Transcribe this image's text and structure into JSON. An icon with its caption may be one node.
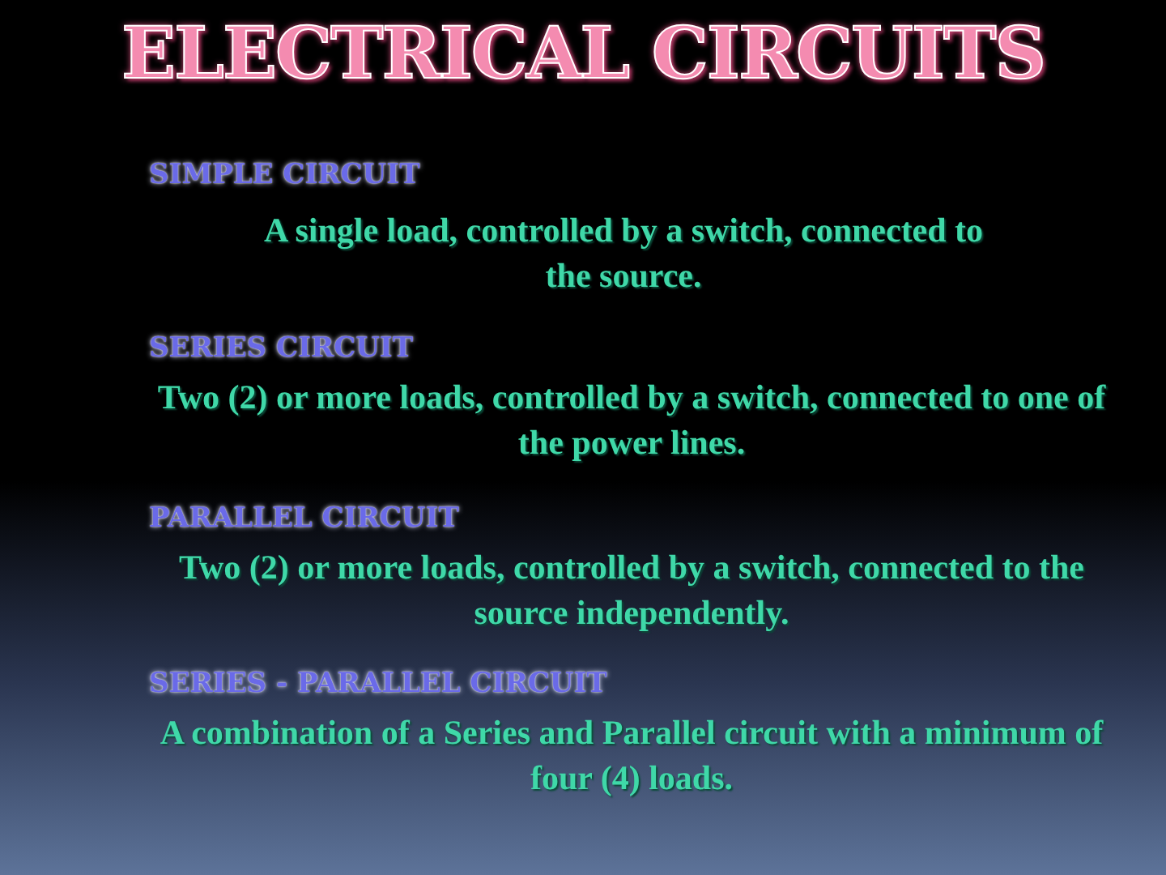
{
  "diagram": {
    "title": "ELECTRICAL CIRCUITS",
    "labels": [
      "SIMPLE CIRCUIT",
      "A single load, controlled by a switch, connected to the source.",
      "SERIES CIRCUIT",
      "Two (2) or more loads, controlled by a switch, connected to one of the power lines.",
      "PARALLEL CIRCUIT",
      "Two (2) or more loads, controlled by a switch, connected to the source independently.",
      "SERIES - PARALLEL CIRCUIT",
      "A combination of a Series and Parallel circuit with a minimum of four (4) loads."
    ]
  }
}
